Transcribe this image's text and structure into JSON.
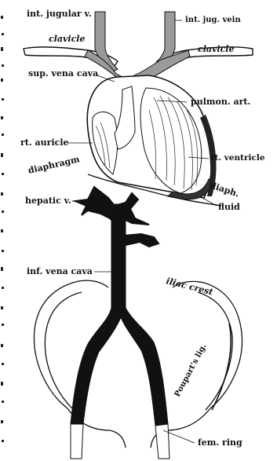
{
  "labels": {
    "int_jugular_v": "int. jugular v.",
    "int_jug_vein": "int. jug. vein",
    "clavicle_left": "clavicle",
    "clavicle_right": "clavicle",
    "sup_vena_cava": "sup. vena cava",
    "pulmon_art": "pulmon. art.",
    "rt_auricle": "rt. auricle",
    "rt_ventricle": "rt. ventricle",
    "diaphragm_left": "diaphragm",
    "diaph_right": "diaph.",
    "fluid": "fluid",
    "hepatic_v": "hepatic v.",
    "inf_vena_cava": "inf. vena cava",
    "iliac_crest": "iliac crest",
    "pouparts_lig": "Poupart's lig.",
    "fem_ring": "fem. ring"
  },
  "colors": {
    "ink": "#111111",
    "stipple": "#9a9a9a",
    "paper": "#ffffff"
  }
}
